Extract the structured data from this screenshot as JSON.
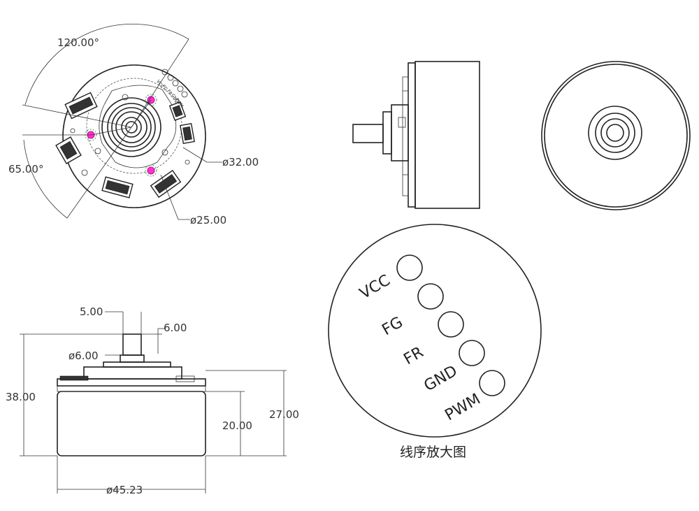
{
  "top_view": {
    "dim_angle_1": "120.00°",
    "dim_angle_2": "65.00°",
    "dim_dia_outer": "ø32.00",
    "dim_dia_inner": "ø25.00",
    "pin_labels": [
      "VCC",
      "FG",
      "FR",
      "GND",
      "PWM"
    ]
  },
  "front_view": {
    "dim_shaft_width": "5.00",
    "dim_shaft_len": "6.00",
    "dim_shaft_dia": "ø6.00",
    "dim_total_height": "38.00",
    "dim_body_height": "20.00",
    "dim_height_27": "27.00",
    "dim_body_dia": "ø45.23"
  },
  "enlarged_view": {
    "pin_labels": [
      "VCC",
      "FG",
      "FR",
      "GND",
      "PWM"
    ],
    "caption": "线序放大图"
  }
}
